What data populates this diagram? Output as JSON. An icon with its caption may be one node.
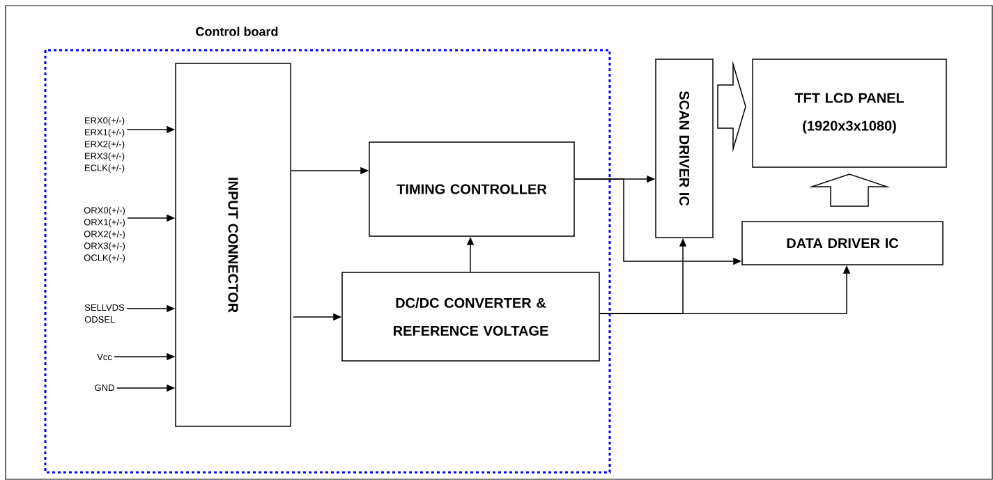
{
  "diagram": {
    "nodes": [
      {
        "text": [
          "Control board"
        ]
      },
      {
        "text": [
          "INPUT CONNECTOR"
        ],
        "in": 0
      },
      {
        "text": [
          "TIMING CONTROLLER"
        ],
        "in": 0
      },
      {
        "text": [
          "DC/DC CONVERTER & REFERENCE VOLTAGE"
        ],
        "in": 0
      },
      {
        "text": [
          "SCAN DRIVER IC"
        ]
      },
      {
        "text": [
          "TFT LCD PANEL (1920x3x1080)"
        ]
      },
      {
        "text": [
          "DATA DRIVER IC"
        ]
      },
      {
        "text": [
          "ERX0(+/-)",
          "ERX1(+/-)",
          "ERX2(+/-)",
          "ERX3(+/-)",
          "ECLK(+/-)"
        ],
        "in": 0
      },
      {
        "text": [
          "ORX0(+/-)",
          "ORX1(+/-)",
          "ORX2(+/-)",
          "ORX3(+/-)",
          "OCLK(+/-)"
        ],
        "in": 0
      },
      {
        "text": [
          "SELLVDS",
          "ODSEL"
        ],
        "in": 0
      },
      {
        "text": [
          "Vcc"
        ],
        "in": 0
      },
      {
        "text": [
          "GND"
        ],
        "in": 0
      }
    ],
    "edges": [
      {
        "from": 7,
        "to": 1,
        "arrow": "to"
      },
      {
        "from": 8,
        "to": 1,
        "arrow": "to"
      },
      {
        "from": 9,
        "to": 1,
        "arrow": "to"
      },
      {
        "from": 10,
        "to": 1,
        "arrow": "to"
      },
      {
        "from": 11,
        "to": 1,
        "arrow": "to"
      },
      {
        "from": 1,
        "to": 2,
        "arrow": "to"
      },
      {
        "from": 1,
        "to": 3,
        "arrow": "to"
      },
      {
        "from": 3,
        "to": 2,
        "arrow": "to"
      },
      {
        "from": 2,
        "to": 4,
        "arrow": "to"
      },
      {
        "from": 2,
        "to": 6,
        "arrow": "to"
      },
      {
        "from": 3,
        "to": 4,
        "arrow": "to"
      },
      {
        "from": 3,
        "to": 6,
        "arrow": "to"
      },
      {
        "from": 4,
        "to": 5,
        "arrow": "to",
        "style": "thick"
      },
      {
        "from": 6,
        "to": 5,
        "arrow": "to",
        "style": "thick"
      }
    ]
  }
}
